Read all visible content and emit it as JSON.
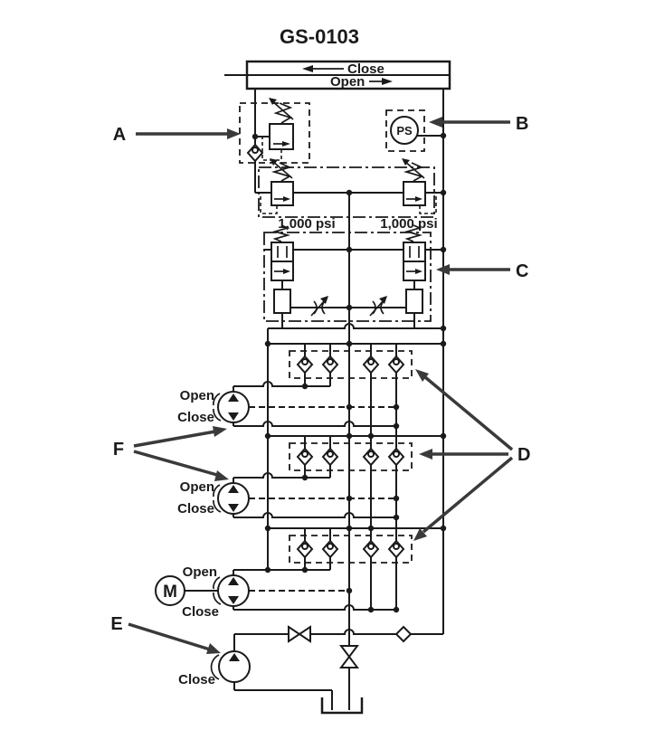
{
  "title": "GS-0103",
  "colors": {
    "ink": "#1a1a1a",
    "callout": "#3a3a3a",
    "background": "#ffffff"
  },
  "cylinder": {
    "close_label": "Close",
    "open_label": "Open"
  },
  "callouts": {
    "a": "A",
    "b": "B",
    "c": "C",
    "d": "D",
    "e": "E",
    "f": "F"
  },
  "pressure_switch": {
    "label": "PS"
  },
  "relief_valves": {
    "left_setting": "1,000 psi",
    "right_setting": "1,000 psi"
  },
  "pumps": [
    {
      "open_label": "Open",
      "close_label": "Close"
    },
    {
      "open_label": "Open",
      "close_label": "Close"
    },
    {
      "open_label": "Open",
      "close_label": "Close"
    }
  ],
  "motor": {
    "label": "M"
  },
  "hand_pump": {
    "close_label": "Close"
  }
}
